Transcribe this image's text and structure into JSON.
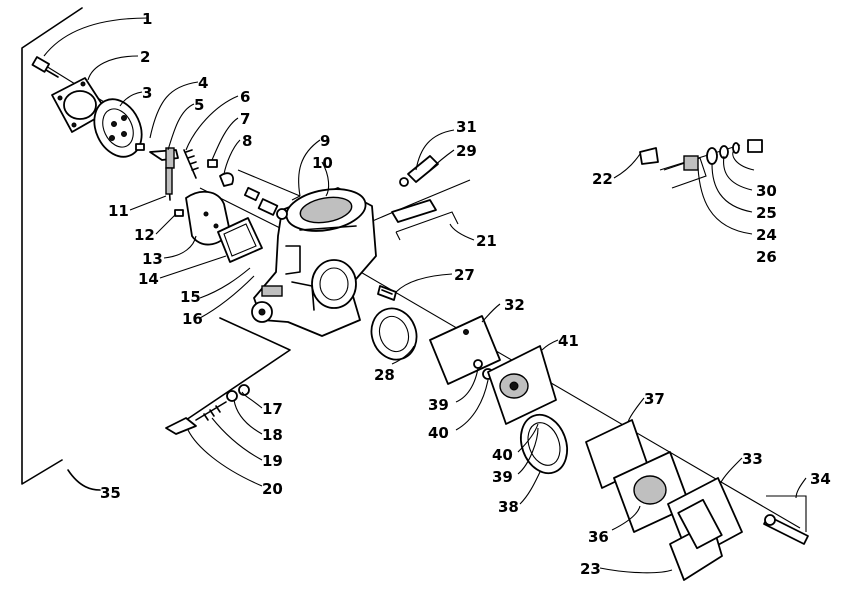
{
  "callouts": [
    {
      "id": "1",
      "text": "1"
    },
    {
      "id": "2",
      "text": "2"
    },
    {
      "id": "3",
      "text": "3"
    },
    {
      "id": "4",
      "text": "4"
    },
    {
      "id": "5",
      "text": "5"
    },
    {
      "id": "6",
      "text": "6"
    },
    {
      "id": "7",
      "text": "7"
    },
    {
      "id": "8",
      "text": "8"
    },
    {
      "id": "9",
      "text": "9"
    },
    {
      "id": "10",
      "text": "10"
    },
    {
      "id": "11",
      "text": "11"
    },
    {
      "id": "12",
      "text": "12"
    },
    {
      "id": "13",
      "text": "13"
    },
    {
      "id": "14",
      "text": "14"
    },
    {
      "id": "15",
      "text": "15"
    },
    {
      "id": "16",
      "text": "16"
    },
    {
      "id": "17",
      "text": "17"
    },
    {
      "id": "18",
      "text": "18"
    },
    {
      "id": "19",
      "text": "19"
    },
    {
      "id": "20",
      "text": "20"
    },
    {
      "id": "21",
      "text": "21"
    },
    {
      "id": "22",
      "text": "22"
    },
    {
      "id": "23",
      "text": "23"
    },
    {
      "id": "24",
      "text": "24"
    },
    {
      "id": "25",
      "text": "25"
    },
    {
      "id": "26",
      "text": "26"
    },
    {
      "id": "27",
      "text": "27"
    },
    {
      "id": "28",
      "text": "28"
    },
    {
      "id": "29",
      "text": "29"
    },
    {
      "id": "30",
      "text": "30"
    },
    {
      "id": "31",
      "text": "31"
    },
    {
      "id": "32",
      "text": "32"
    },
    {
      "id": "33",
      "text": "33"
    },
    {
      "id": "34",
      "text": "34"
    },
    {
      "id": "35",
      "text": "35"
    },
    {
      "id": "36",
      "text": "36"
    },
    {
      "id": "37",
      "text": "37"
    },
    {
      "id": "38",
      "text": "38"
    },
    {
      "id": "39a",
      "text": "39"
    },
    {
      "id": "39b",
      "text": "39"
    },
    {
      "id": "40a",
      "text": "40"
    },
    {
      "id": "40b",
      "text": "40"
    },
    {
      "id": "41",
      "text": "41"
    }
  ]
}
